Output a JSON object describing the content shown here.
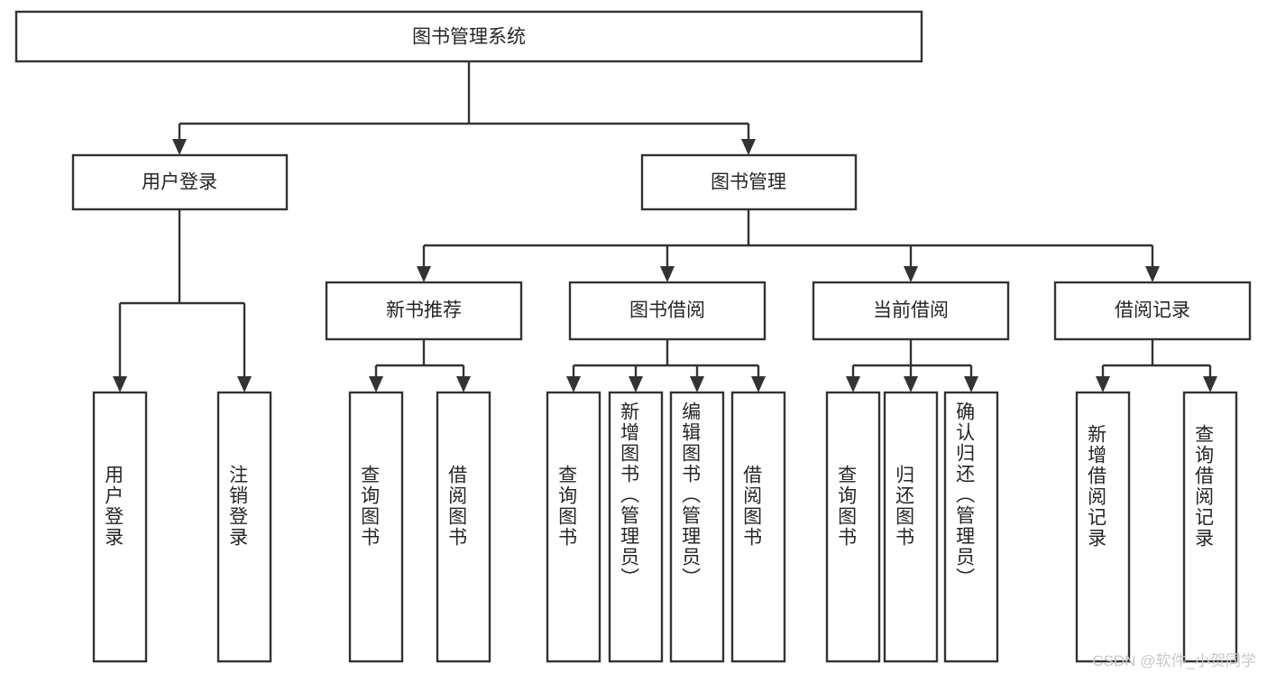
{
  "diagram": {
    "title": "图书管理系统",
    "type": "hierarchy-tree",
    "colors": {
      "box_fill": "#ffffff",
      "box_stroke": "#333333",
      "text": "#262626",
      "background": "#ffffff",
      "watermark": "#c9c9c9"
    },
    "root": {
      "id": "root",
      "label": "图书管理系统",
      "orientation": "horizontal"
    },
    "level2": [
      {
        "id": "user-login",
        "label": "用户登录",
        "orientation": "horizontal"
      },
      {
        "id": "book-manage",
        "label": "图书管理",
        "orientation": "horizontal"
      }
    ],
    "level3": [
      {
        "id": "new-book-recommend",
        "label": "新书推荐",
        "orientation": "horizontal",
        "parent": "book-manage"
      },
      {
        "id": "book-borrow",
        "label": "图书借阅",
        "orientation": "horizontal",
        "parent": "book-manage"
      },
      {
        "id": "current-borrow",
        "label": "当前借阅",
        "orientation": "horizontal",
        "parent": "book-manage"
      },
      {
        "id": "borrow-record",
        "label": "借阅记录",
        "orientation": "horizontal",
        "parent": "book-manage"
      }
    ],
    "leaves": [
      {
        "id": "leaf-user-login",
        "label": "用户登录",
        "orientation": "vertical",
        "parent": "user-login"
      },
      {
        "id": "leaf-user-logout",
        "label": "注销登录",
        "orientation": "vertical",
        "parent": "user-login"
      },
      {
        "id": "leaf-query-book-1",
        "label": "查询图书",
        "orientation": "vertical",
        "parent": "new-book-recommend"
      },
      {
        "id": "leaf-borrow-book-1",
        "label": "借阅图书",
        "orientation": "vertical",
        "parent": "new-book-recommend"
      },
      {
        "id": "leaf-query-book-2",
        "label": "查询图书",
        "orientation": "vertical",
        "parent": "book-borrow"
      },
      {
        "id": "leaf-add-book",
        "label": "新增图书（管理员）",
        "orientation": "vertical",
        "parent": "book-borrow"
      },
      {
        "id": "leaf-edit-book",
        "label": "编辑图书（管理员）",
        "orientation": "vertical",
        "parent": "book-borrow"
      },
      {
        "id": "leaf-borrow-book-2",
        "label": "借阅图书",
        "orientation": "vertical",
        "parent": "book-borrow"
      },
      {
        "id": "leaf-query-book-3",
        "label": "查询图书",
        "orientation": "vertical",
        "parent": "current-borrow"
      },
      {
        "id": "leaf-return-book",
        "label": "归还图书",
        "orientation": "vertical",
        "parent": "current-borrow"
      },
      {
        "id": "leaf-confirm-return",
        "label": "确认归还（管理员）",
        "orientation": "vertical",
        "parent": "current-borrow"
      },
      {
        "id": "leaf-add-record",
        "label": "新增借阅记录",
        "orientation": "vertical",
        "parent": "borrow-record"
      },
      {
        "id": "leaf-query-record",
        "label": "查询借阅记录",
        "orientation": "vertical",
        "parent": "borrow-record"
      }
    ],
    "watermark": "CSDN @软件_小贺同学"
  }
}
